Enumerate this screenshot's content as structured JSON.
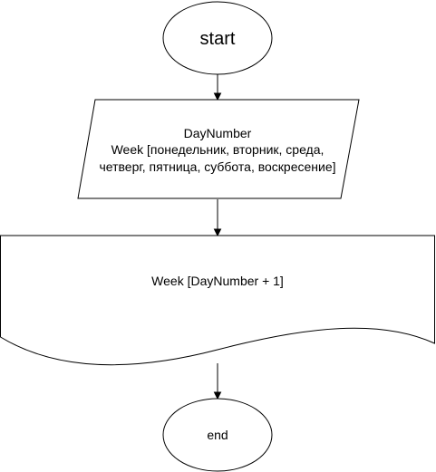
{
  "flowchart": {
    "nodes": [
      {
        "id": "start",
        "kind": "terminator",
        "lines": [
          "start"
        ]
      },
      {
        "id": "input",
        "kind": "parallelogram",
        "lines": [
          "DayNumber",
          "Week [понедельник, вторник, среда,",
          "четверг, пятница, суббота, воскресение]"
        ]
      },
      {
        "id": "output",
        "kind": "document",
        "lines": [
          "Week [DayNumber + 1]"
        ]
      },
      {
        "id": "end",
        "kind": "terminator",
        "lines": [
          "end"
        ]
      }
    ],
    "edges": [
      {
        "from": "start",
        "to": "input"
      },
      {
        "from": "input",
        "to": "output"
      },
      {
        "from": "output",
        "to": "end"
      }
    ]
  }
}
